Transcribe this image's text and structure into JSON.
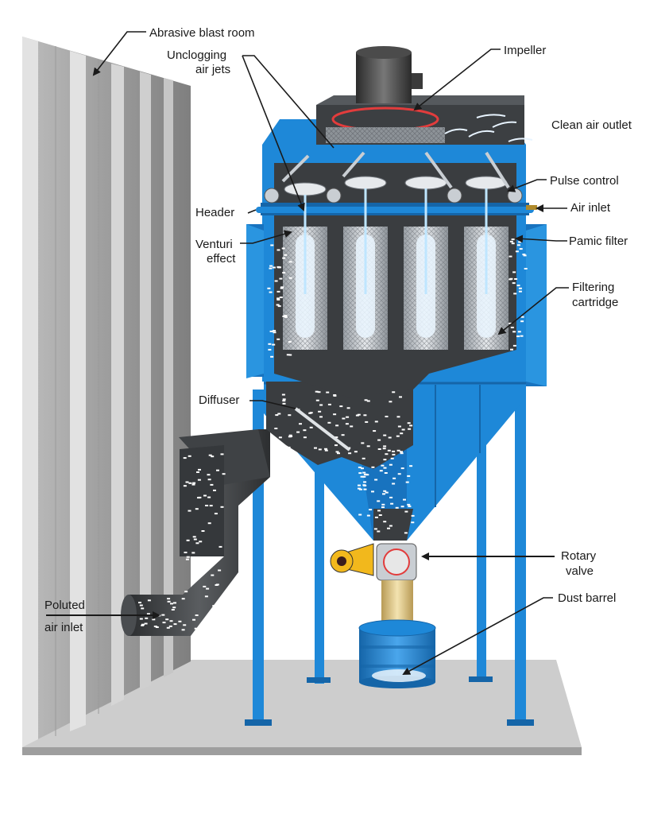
{
  "labels": {
    "abrasive_blast_room": "Abrasive blast room",
    "unclogging_air_jets_1": "Unclogging",
    "unclogging_air_jets_2": "air jets",
    "impeller": "Impeller",
    "clean_air_outlet": "Clean air outlet",
    "pulse_control": "Pulse control",
    "header": "Header",
    "air_inlet": "Air inlet",
    "venturi_effect_1": "Venturi",
    "venturi_effect_2": "effect",
    "pamic_filter": "Pamic filter",
    "filtering_cartridge_1": "Filtering",
    "filtering_cartridge_2": "cartridge",
    "diffuser": "Diffuser",
    "rotary_valve_1": "Rotary",
    "rotary_valve_2": "valve",
    "dust_barrel": "Dust barrel",
    "poluted_air_inlet_1": "Poluted",
    "poluted_air_inlet_2": "air inlet"
  },
  "colors": {
    "blue": "#1e88d8",
    "blue_dark": "#1565a8",
    "dust_dark": "#3a3d40",
    "wall_light": "#d8d8d8",
    "wall_dark": "#8c8c8c",
    "floor": "#cfcfcf",
    "valve_yellow": "#f2b81c"
  }
}
